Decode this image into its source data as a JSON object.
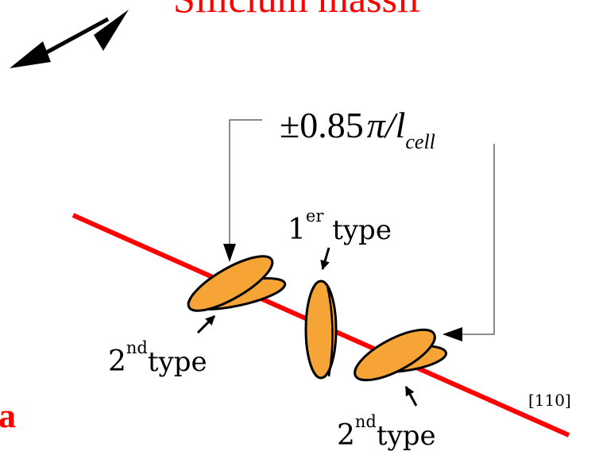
{
  "title": "Silicium massif",
  "cut_letter": "a",
  "formula": {
    "pm": "±",
    "value": "0.85",
    "pi": "π",
    "slash": "/",
    "l": "l",
    "sub": "cell"
  },
  "labels": {
    "first_type": {
      "number": "1",
      "superscript": "er",
      "word": "type"
    },
    "second_type_left": {
      "number": "2",
      "superscript": "nd",
      "word": "type"
    },
    "second_type_right": {
      "number": "2",
      "superscript": "nd",
      "word": "type"
    }
  },
  "direction": "[110]",
  "colors": {
    "red": "#ff0000",
    "ellipse_fill": "#f7a436",
    "outline": "#000000",
    "bracket": "#666666"
  }
}
